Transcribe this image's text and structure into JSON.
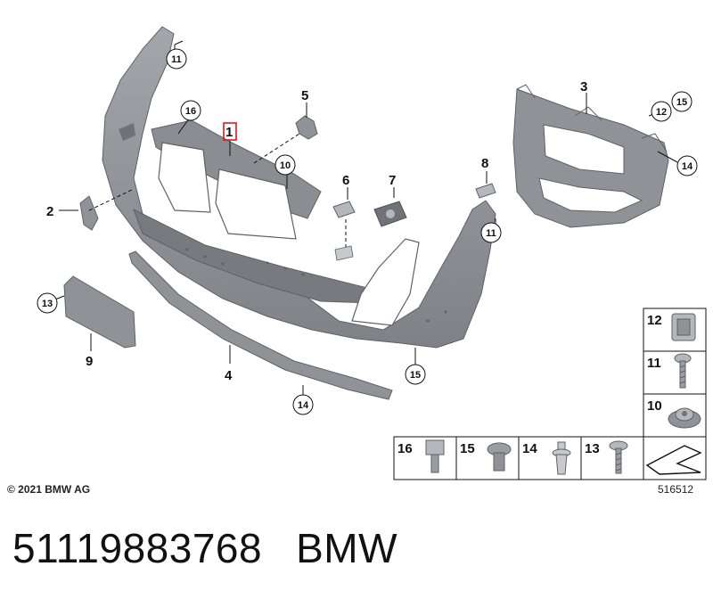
{
  "diagram": {
    "callouts": {
      "part1": "1",
      "part2": "2",
      "part3": "3",
      "part4": "4",
      "part5": "5",
      "part6": "6",
      "part7": "7",
      "part8": "8",
      "part9": "9",
      "part10": "10",
      "part11a": "11",
      "part11b": "11",
      "part12": "12",
      "part13": "13",
      "part14a": "14",
      "part14b": "14",
      "part15a": "15",
      "part15b": "15",
      "part16": "16"
    },
    "parts_table": {
      "right_column": [
        "12",
        "11",
        "10"
      ],
      "bottom_row": [
        "16",
        "15",
        "14",
        "13"
      ]
    },
    "copyright": "© 2021 BMW AG",
    "diagram_code": "516512"
  },
  "footer": {
    "part_number": "51119883768",
    "brand": "BMW"
  },
  "colors": {
    "part_fill": "#8f9398",
    "part_dark": "#6f7378",
    "part_light": "#b4b7bb",
    "highlight": "#e0161b"
  }
}
